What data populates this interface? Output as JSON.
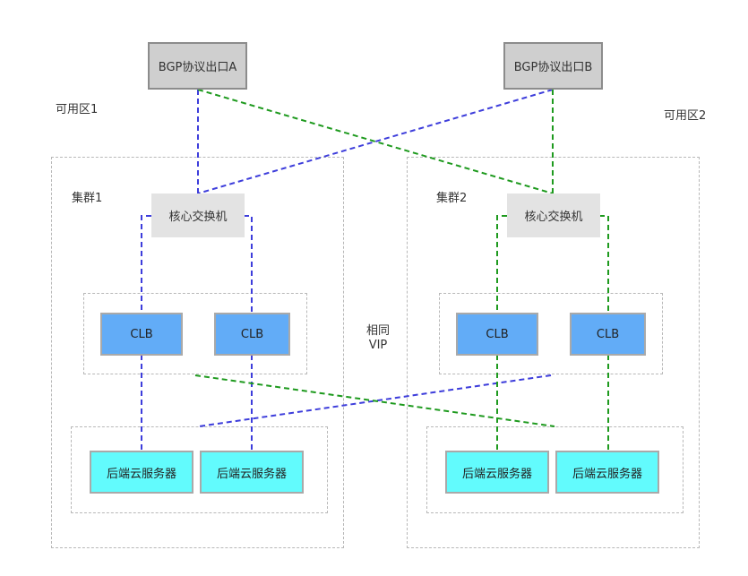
{
  "zones": {
    "az1_label": "可用区1",
    "az2_label": "可用区2"
  },
  "bgp": {
    "a_label": "BGP协议出口A",
    "b_label": "BGP协议出口B"
  },
  "cluster1": {
    "label": "集群1",
    "core_label": "核心交换机",
    "clb_left": "CLB",
    "clb_right": "CLB",
    "server_left": "后端云服务器",
    "server_right": "后端云服务器"
  },
  "cluster2": {
    "label": "集群2",
    "core_label": "核心交换机",
    "clb_left": "CLB",
    "clb_right": "CLB",
    "server_left": "后端云服务器",
    "server_right": "后端云服务器"
  },
  "center": {
    "vip_line1": "相同",
    "vip_line2": "VIP"
  },
  "colors": {
    "blue_link": "#3d3ddb",
    "green_link": "#1e9a1e",
    "clb_fill": "#62acf7",
    "server_fill": "#62fbfd",
    "bgp_fill": "#cfcfcf",
    "core_fill": "#e3e3e3"
  }
}
